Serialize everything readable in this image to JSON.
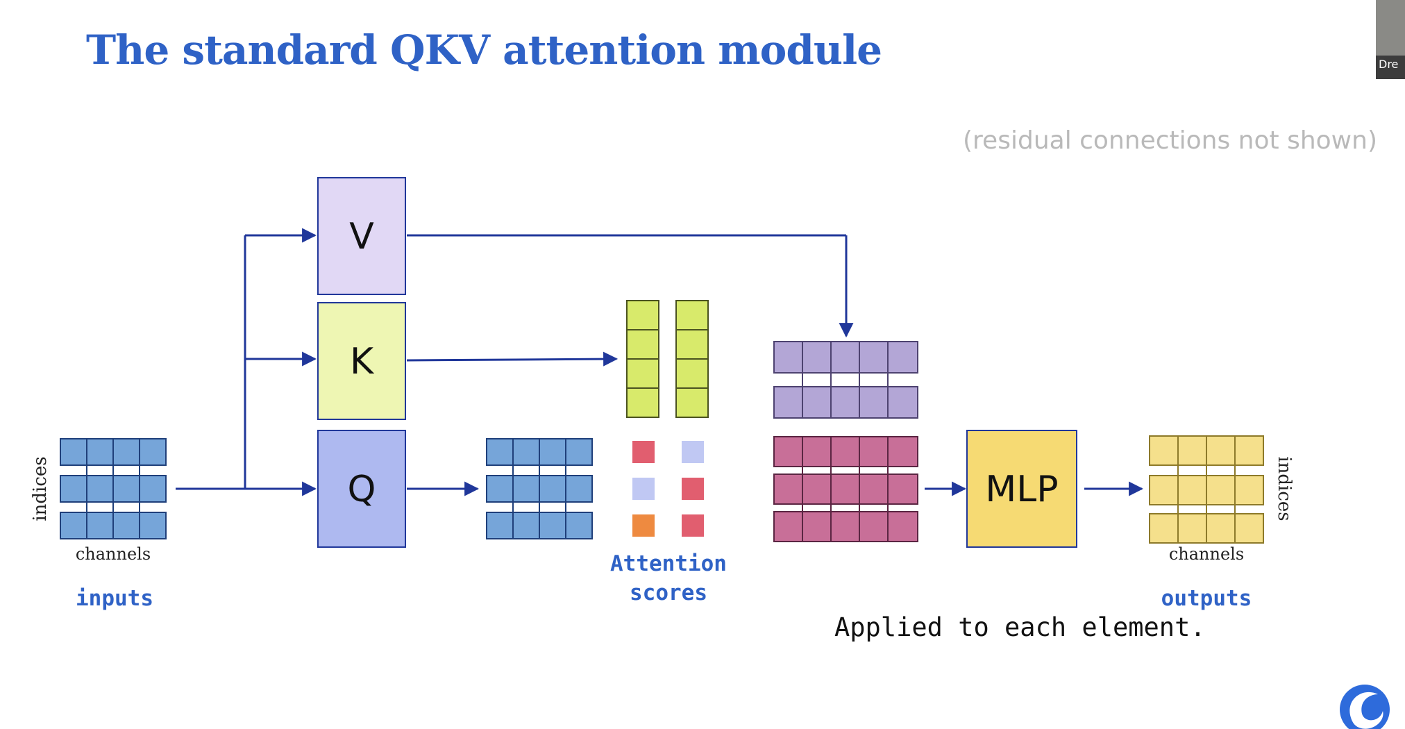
{
  "slide": {
    "title": "The standard QKV attention module",
    "note": "(residual connections not shown)"
  },
  "diagram": {
    "boxes": {
      "v": "V",
      "k": "K",
      "q": "Q",
      "mlp": "MLP"
    },
    "labels": {
      "inputs": "inputs",
      "outputs": "outputs",
      "indices_left": "indices",
      "indices_right": "indices",
      "channels_left": "channels",
      "channels_right": "channels",
      "attention_line1": "Attention",
      "attention_line2": "scores",
      "applied": "Applied to each element."
    }
  },
  "colors": {
    "title": "#2f62c6",
    "arrow": "#20379a",
    "token_blue": "#76a5d9",
    "v_box": "#e1d8f5",
    "k_box": "#eef6b3",
    "q_box": "#aeb9f0",
    "key_cells": "#d8ea6b",
    "v_rows": "#b3a6d6",
    "mixed_rows": "#c86f98",
    "mlp_box": "#f6da73",
    "output_rows": "#f5e08c",
    "score_red": "#e15e6f",
    "score_lavender": "#c0c8f3",
    "score_orange": "#ee8a40",
    "logo": "#2e6bdb"
  },
  "icons": [
    "video-thumbnail",
    "brand-logo-icon"
  ]
}
